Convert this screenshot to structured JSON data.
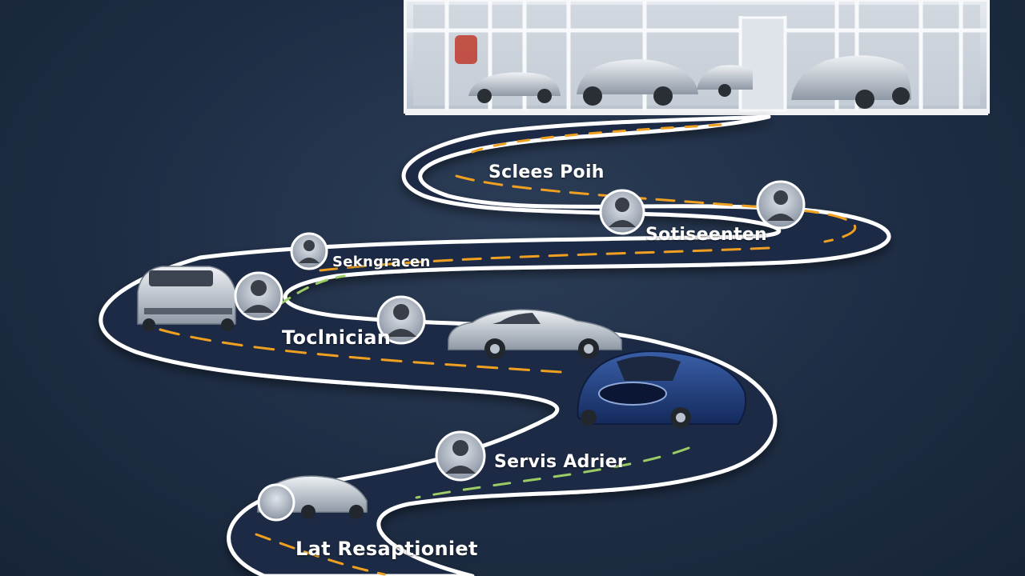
{
  "labels": {
    "sales_path": "Sclees Poih",
    "salesperson": "Sotiseenten",
    "sales_manager": "Sekngracen",
    "technician": "Toclnician",
    "service_advisor": "Servis Adrier",
    "receptionist": "Lat Resaptioniet"
  },
  "colors": {
    "background": "#1e2d44",
    "road": "#1b2a44",
    "road_edge": "#ffffff",
    "lane_orange": "#f0a020",
    "lane_green": "#9ccc65"
  },
  "icons": {
    "person": "person-avatar-icon",
    "car": "car-icon",
    "building": "dealership-showroom"
  }
}
